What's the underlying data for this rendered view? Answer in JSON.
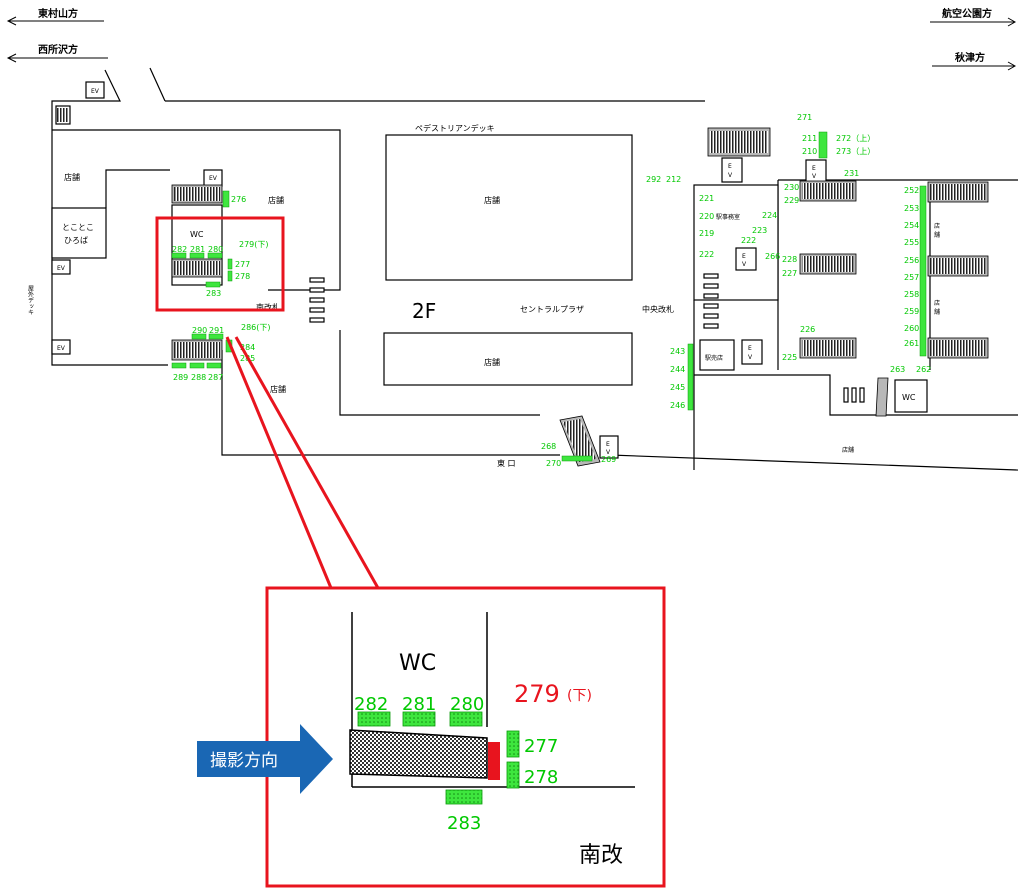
{
  "directions": {
    "higashimurayama": "東村山方",
    "nishitokorozawa": "西所沢方",
    "kokukoen": "航空公園方",
    "akitsu": "秋津方"
  },
  "floor_label": "2F",
  "areas": {
    "pedestrian_deck": "ペデストリアンデッキ",
    "central_plaza": "セントラルプラザ",
    "shop": "店舗",
    "shop_vertical": "店\n舗",
    "tokotoko_1": "とことこ",
    "tokotoko_2": "ひろば",
    "outdoor_deck": "屋\n外\nデ\nッ\nキ",
    "wc": "WC",
    "station_office": "駅事務室",
    "kiosk": "駅売店",
    "south_gate": "南改札",
    "central_gate": "中央改札",
    "east_exit": "東 口",
    "ev": "EV",
    "ev_v": "E\nV"
  },
  "tactile_numbers": {
    "n271": "271",
    "n211": "211",
    "n210": "210",
    "n272": "272（上）",
    "n273": "273（上）",
    "n292": "292",
    "n212": "212",
    "n221": "221",
    "n220": "220",
    "n219": "219",
    "n222": "222",
    "n223": "223",
    "n224": "224",
    "n266": "266",
    "n222b": "222",
    "n230": "230",
    "n229": "229",
    "n228": "228",
    "n227": "227",
    "n226": "226",
    "n225": "225",
    "n231": "231",
    "n252": "252",
    "n253": "253",
    "n254": "254",
    "n255": "255",
    "n256": "256",
    "n257": "257",
    "n258": "258",
    "n259": "259",
    "n260": "260",
    "n261": "261",
    "n262": "262",
    "n263": "263",
    "n243": "243",
    "n244": "244",
    "n245": "245",
    "n246": "246",
    "n276": "276",
    "n277": "277",
    "n278": "278",
    "n279": "279(下)",
    "n280": "280",
    "n281": "281",
    "n282": "282",
    "n283": "283",
    "n284": "284",
    "n285": "285",
    "n286": "286(下)",
    "n287": "287",
    "n288": "288",
    "n289": "289",
    "n290": "290",
    "n291": "291",
    "n268": "268",
    "n269": "269",
    "n270": "270"
  },
  "inset": {
    "wc": "WC",
    "n282": "282",
    "n281": "281",
    "n280": "280",
    "n279": "279",
    "n279_suffix": "(下)",
    "n277": "277",
    "n278": "278",
    "n283": "283",
    "gate": "南改",
    "arrow_label": "撮影方向"
  },
  "colors": {
    "highlight": "#e8141e",
    "tactile": "#3ee63e",
    "number_text": "#00c800",
    "arrow": "#1a67b4"
  }
}
